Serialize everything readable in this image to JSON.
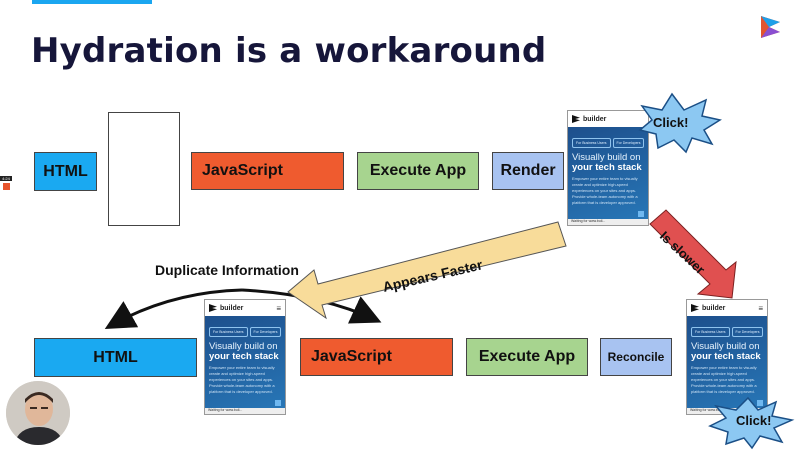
{
  "slide": {
    "title": "Hydration is a workaround",
    "accent_color": "#1aa6f0"
  },
  "row1": {
    "html": "HTML",
    "javascript": "JavaScript",
    "execute": "Execute App",
    "render": "Render"
  },
  "row2": {
    "html": "HTML",
    "javascript": "JavaScript",
    "execute": "Execute App",
    "reconcile": "Reconcile"
  },
  "labels": {
    "duplicate": "Duplicate Information",
    "appears_faster": "Appears Faster",
    "is_slower": "Is slower",
    "click_top": "Click!",
    "click_bottom": "Click!"
  },
  "thumbnail": {
    "brand": "builder",
    "menu": "≡",
    "pill_business": "For Business Users",
    "pill_dev": "For Developers",
    "headline_plain": "Visually build on",
    "headline_bold": "your tech stack",
    "body": "Empower your entire team to visually create and optimize high-speed experiences on your sites and apps. Provide whole-team autonomy with a platform that is developer approved.",
    "footer": "Waiting for www.buil..."
  },
  "colors": {
    "html": "#1aa9f1",
    "javascript": "#ef5b2f",
    "execute": "#a7d48f",
    "render": "#a8c3f1",
    "appears_arrow": "#f8dc9a",
    "slower_arrow": "#e05050",
    "burst": "#8cc8f2"
  },
  "video": {
    "timestamp": "4:24"
  }
}
